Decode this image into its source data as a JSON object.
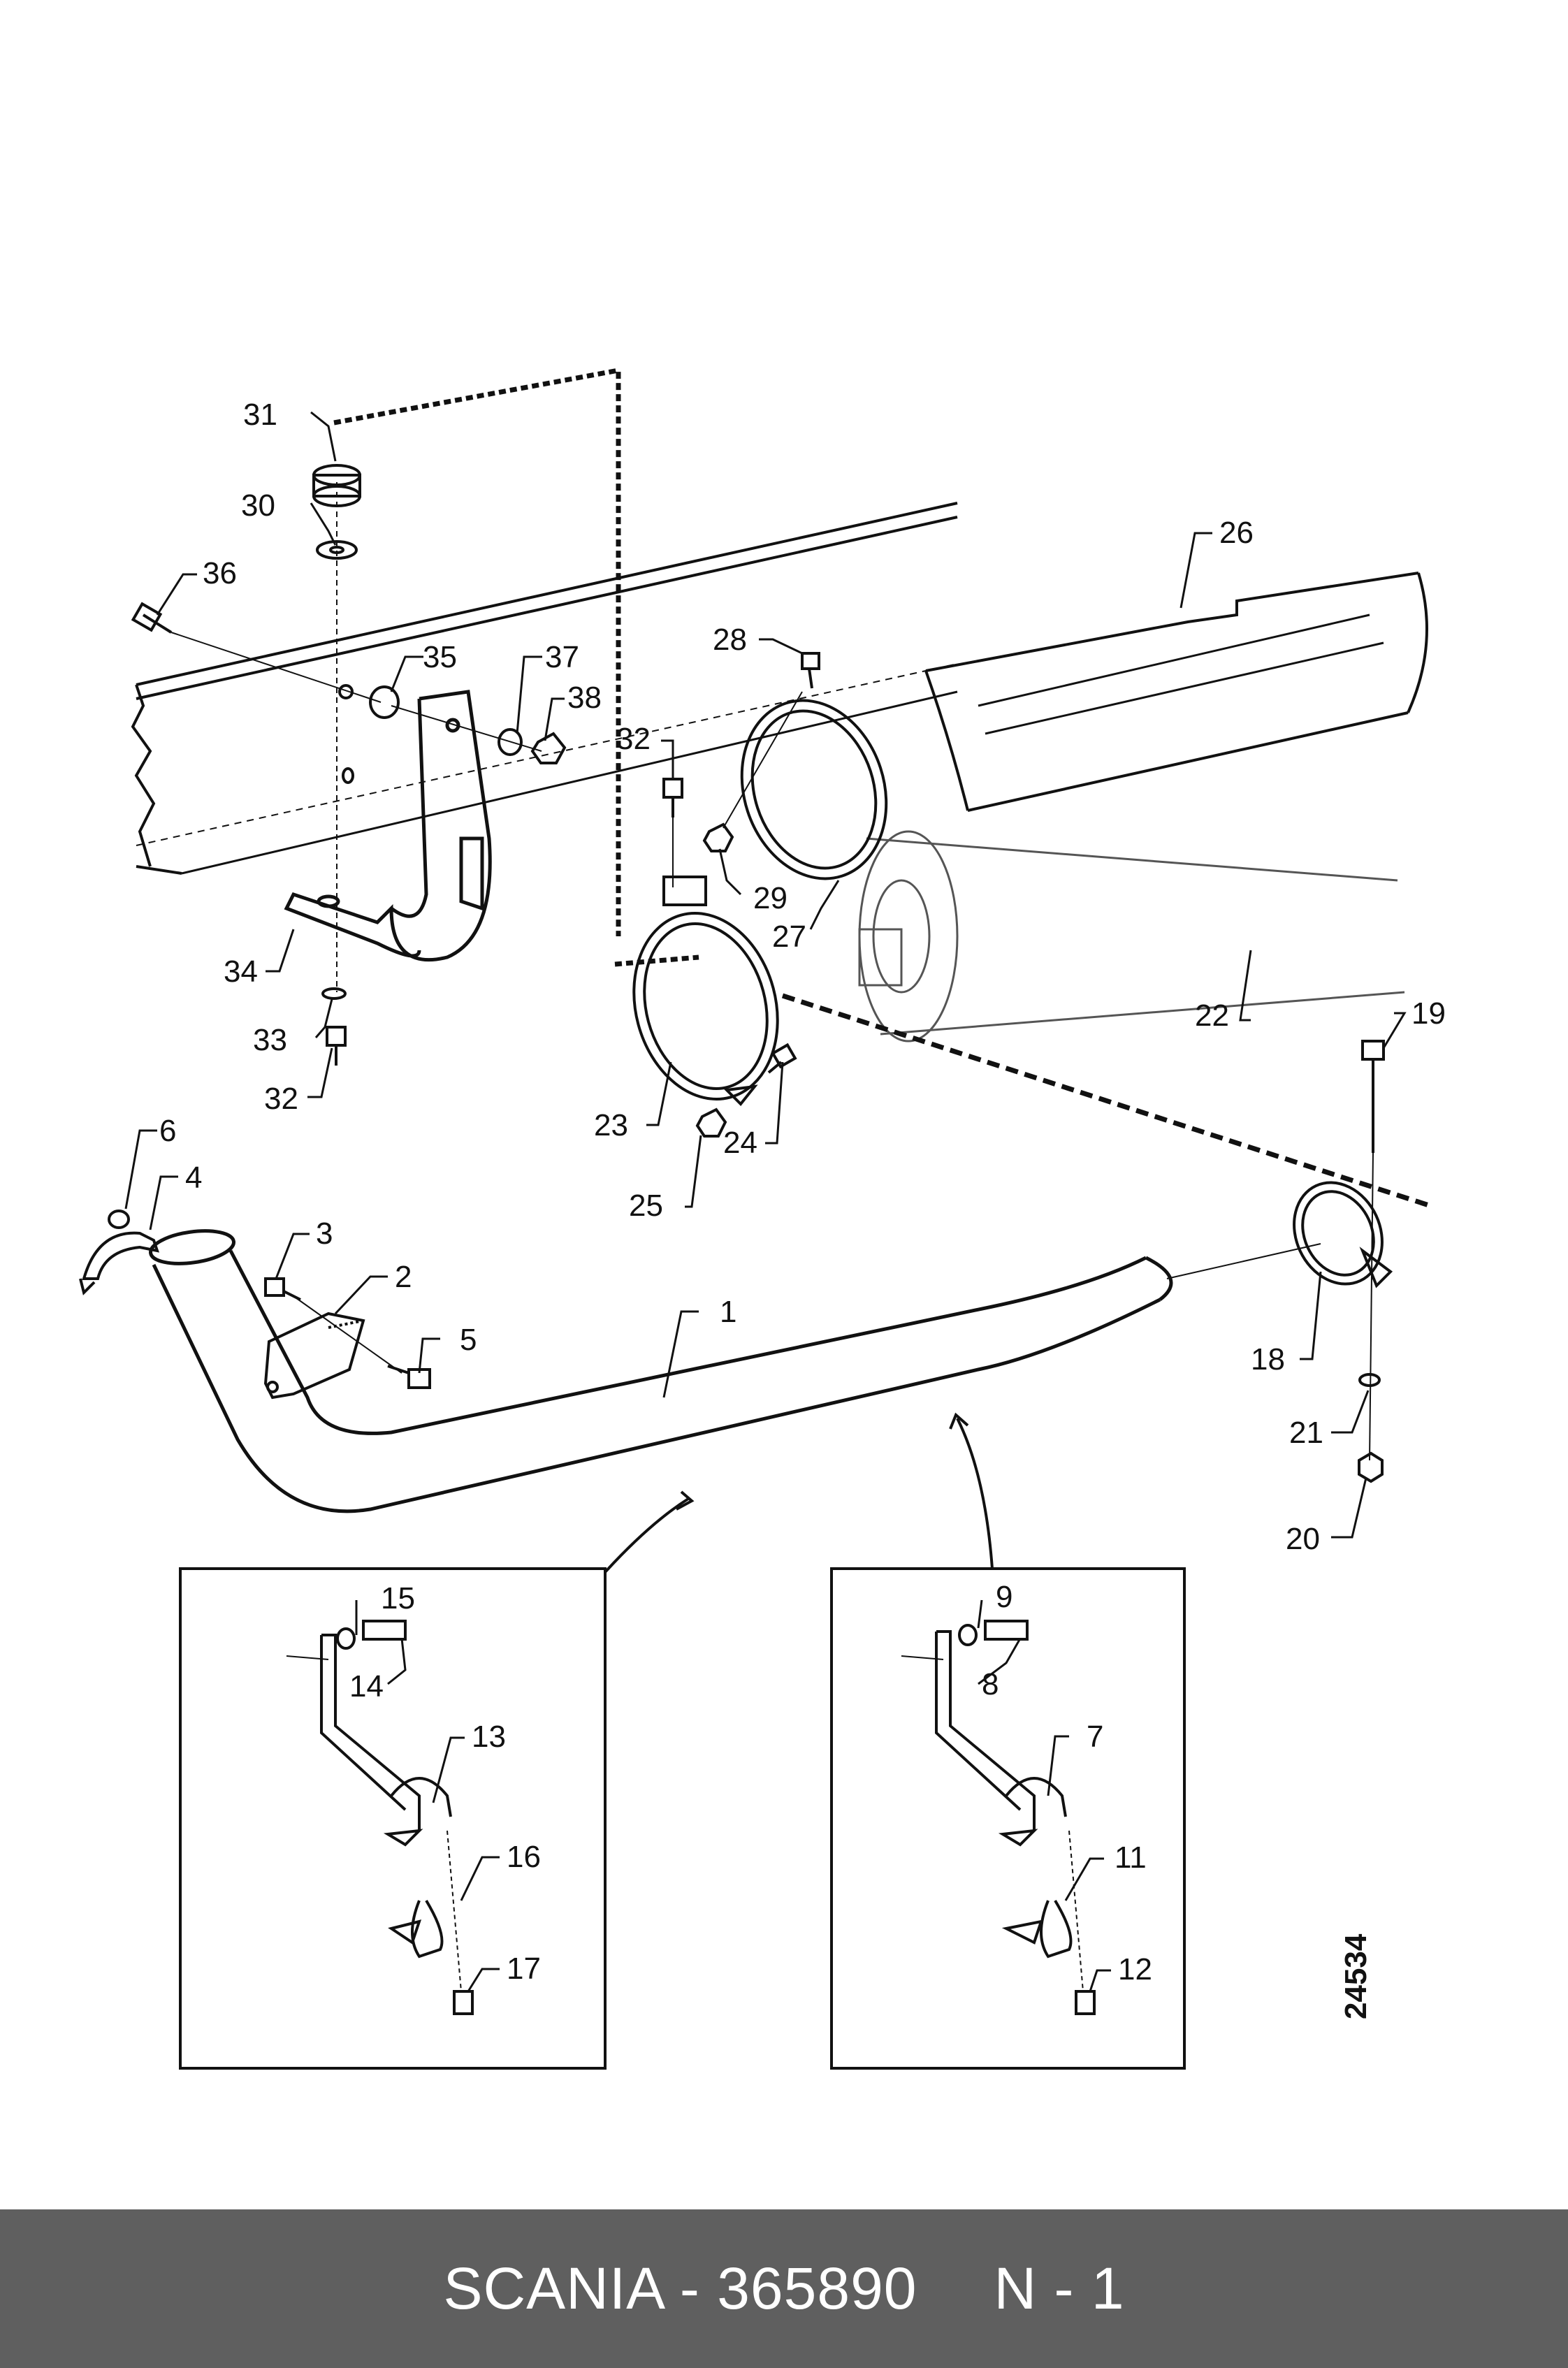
{
  "footer": {
    "part_code": "SCANIA - 365890",
    "sheet": "N - 1"
  },
  "drawing_number": "24534",
  "callouts": [
    "1",
    "2",
    "3",
    "4",
    "5",
    "6",
    "7",
    "8",
    "9",
    "11",
    "12",
    "13",
    "14",
    "15",
    "16",
    "17",
    "18",
    "19",
    "20",
    "21",
    "22",
    "23",
    "24",
    "25",
    "26",
    "27",
    "28",
    "29",
    "30",
    "31",
    "32",
    "33",
    "34",
    "35",
    "36",
    "37",
    "38"
  ]
}
